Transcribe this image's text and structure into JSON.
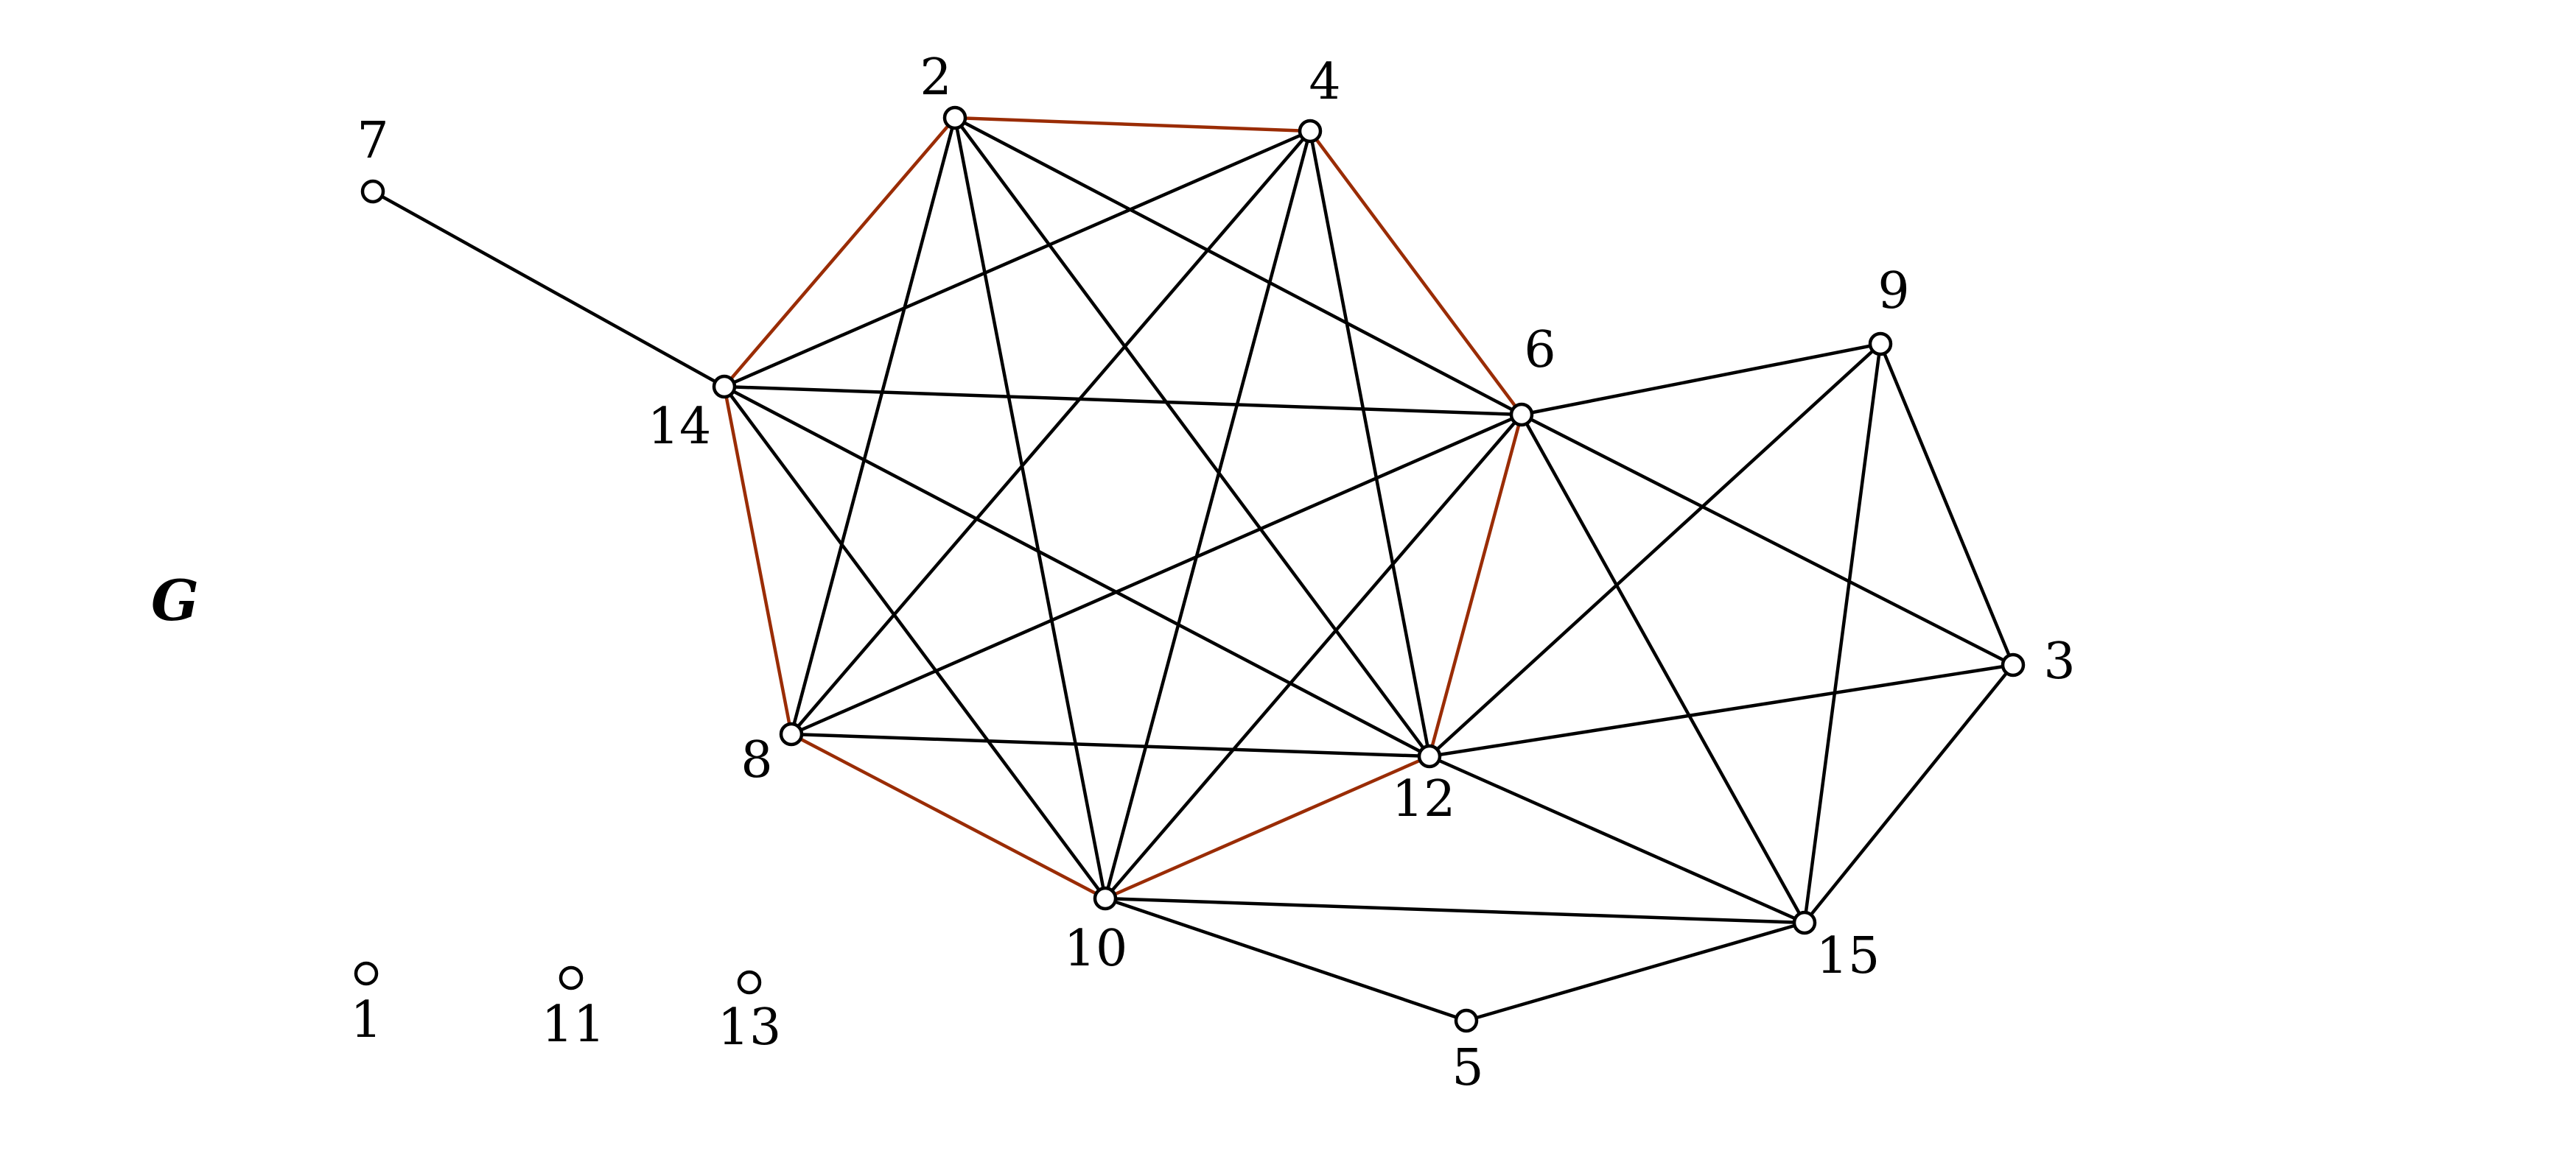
{
  "graph_label": "G",
  "colors": {
    "edge_default": "#000000",
    "edge_highlight": "#9a2c05",
    "vertex_fill": "#ffffff",
    "vertex_stroke": "#000000"
  },
  "vertices": [
    {
      "id": "1",
      "label": "1"
    },
    {
      "id": "2",
      "label": "2"
    },
    {
      "id": "3",
      "label": "3"
    },
    {
      "id": "4",
      "label": "4"
    },
    {
      "id": "5",
      "label": "5"
    },
    {
      "id": "6",
      "label": "6"
    },
    {
      "id": "7",
      "label": "7"
    },
    {
      "id": "8",
      "label": "8"
    },
    {
      "id": "9",
      "label": "9"
    },
    {
      "id": "10",
      "label": "10"
    },
    {
      "id": "11",
      "label": "11"
    },
    {
      "id": "12",
      "label": "12"
    },
    {
      "id": "13",
      "label": "13"
    },
    {
      "id": "14",
      "label": "14"
    },
    {
      "id": "15",
      "label": "15"
    }
  ],
  "edges": [
    [
      "2",
      "4"
    ],
    [
      "4",
      "6"
    ],
    [
      "6",
      "12"
    ],
    [
      "12",
      "10"
    ],
    [
      "10",
      "8"
    ],
    [
      "8",
      "14"
    ],
    [
      "14",
      "2"
    ],
    [
      "7",
      "14"
    ],
    [
      "2",
      "8"
    ],
    [
      "2",
      "10"
    ],
    [
      "2",
      "12"
    ],
    [
      "2",
      "6"
    ],
    [
      "4",
      "14"
    ],
    [
      "4",
      "8"
    ],
    [
      "4",
      "10"
    ],
    [
      "4",
      "12"
    ],
    [
      "14",
      "6"
    ],
    [
      "14",
      "12"
    ],
    [
      "14",
      "10"
    ],
    [
      "6",
      "8"
    ],
    [
      "6",
      "10"
    ],
    [
      "6",
      "9"
    ],
    [
      "6",
      "3"
    ],
    [
      "6",
      "15"
    ],
    [
      "8",
      "12"
    ],
    [
      "12",
      "9"
    ],
    [
      "12",
      "3"
    ],
    [
      "12",
      "15"
    ],
    [
      "9",
      "3"
    ],
    [
      "9",
      "15"
    ],
    [
      "3",
      "15"
    ],
    [
      "10",
      "15"
    ],
    [
      "10",
      "5"
    ],
    [
      "5",
      "15"
    ]
  ],
  "highlighted_cycle": [
    "2",
    "4",
    "6",
    "12",
    "10",
    "8",
    "14"
  ]
}
